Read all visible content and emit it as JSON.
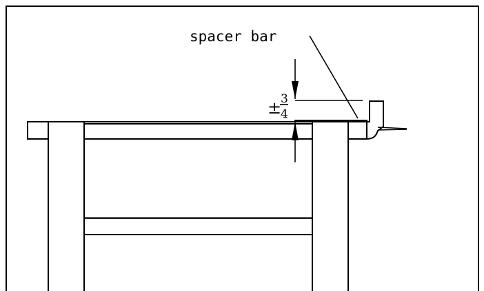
{
  "annotations": {
    "leader_label": "spacer bar",
    "tolerance_sign": "±",
    "fraction_numerator": "3",
    "fraction_denominator": "4"
  }
}
